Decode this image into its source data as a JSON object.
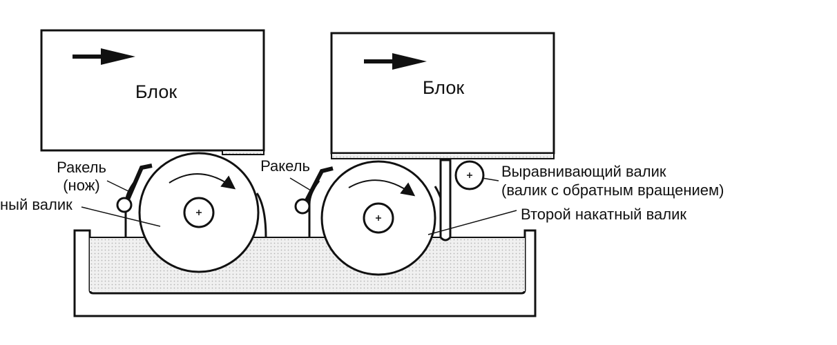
{
  "blocks": [
    {
      "label": "Блок"
    },
    {
      "label": "Блок"
    }
  ],
  "labels": {
    "doctor_blade_1": "Ракель",
    "knife": "(нож)",
    "first_roller_partial": "ный валик",
    "doctor_blade_2": "Ракель",
    "leveling_roller": "Выравнивающий валик",
    "leveling_roller_note": "(валик с обратным вращением)",
    "second_roller": "Второй накатный валик"
  },
  "icons": {
    "direction_arrow": "right-arrow-icon",
    "rotation_arrow": "clockwise-arrow-icon"
  },
  "colors": {
    "ink": "#111111",
    "glue": "#e3e3e3",
    "paper": "#ffffff"
  }
}
